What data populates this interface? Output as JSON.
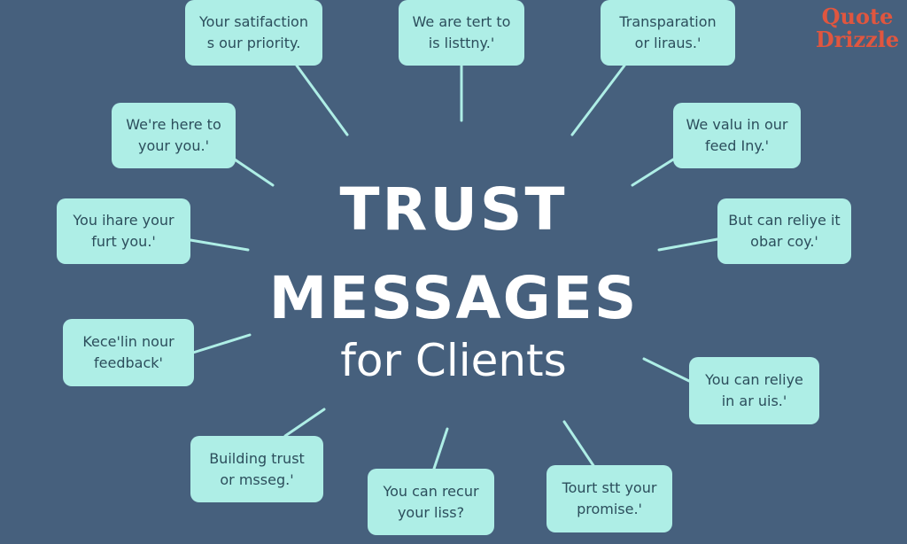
{
  "title": {
    "line1": "TRUST",
    "line2": "MESSAGES",
    "line3": "for Clients"
  },
  "logo": {
    "line1": "Quote",
    "line2": "Drizzle",
    "color": "#e0563f"
  },
  "colors": {
    "background": "#46607d",
    "bubble": "#aeeee6",
    "bubble_text": "#2c4e5c",
    "connector": "#aeeee6",
    "title": "#ffffff"
  },
  "bubbles": [
    {
      "line1": "Your satifaction",
      "line2": "s our priority."
    },
    {
      "line1": "We are tert to",
      "line2": "is listtny.'"
    },
    {
      "line1": "Transparation",
      "line2": "or liraus.'"
    },
    {
      "line1": "We're here to",
      "line2": "your you.'"
    },
    {
      "line1": "We valu in our",
      "line2": "feed Iny.'"
    },
    {
      "line1": "You ihare your",
      "line2": "furt you.'"
    },
    {
      "line1": "But can reliye it",
      "line2": "obar coy.'"
    },
    {
      "line1": "Kece'lin nour",
      "line2": "feedback'"
    },
    {
      "line1": "You can reliye",
      "line2": "in ar uis.'"
    },
    {
      "line1": "Building trust",
      "line2": "or msseg.'"
    },
    {
      "line1": "You can recur",
      "line2": "your liss?"
    },
    {
      "line1": "Tourt stt your",
      "line2": "promise.'"
    }
  ]
}
